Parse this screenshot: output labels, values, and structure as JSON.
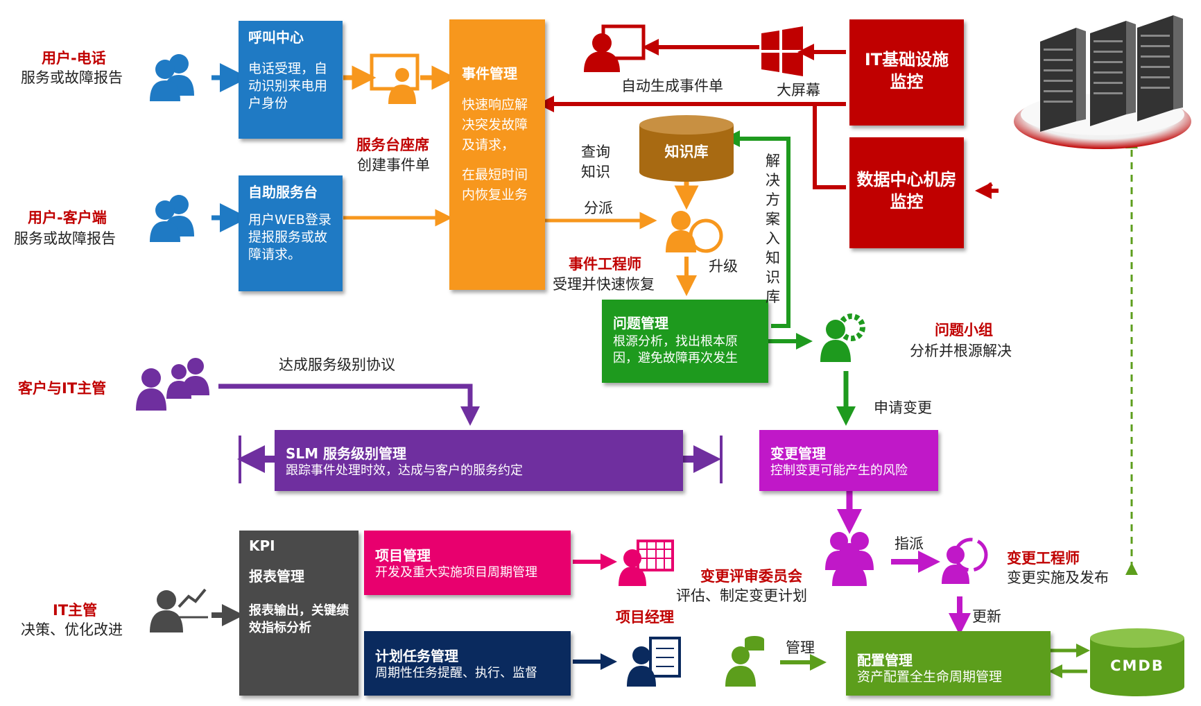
{
  "actors": {
    "user_phone": {
      "role": "用户-电话",
      "desc": "服务或故障报告"
    },
    "user_client": {
      "role": "用户-客户端",
      "desc": "服务或故障报告"
    },
    "customer_it": {
      "role": "客户与IT主管"
    },
    "it_manager": {
      "role": "IT主管",
      "desc": "决策、优化改进"
    }
  },
  "boxes": {
    "call_center": {
      "title": "呼叫中心",
      "body": "电话受理，自动识别来电用户身份"
    },
    "self_service": {
      "title": "自助服务台",
      "body": "用户WEB登录提报服务或故障请求。"
    },
    "incident": {
      "title": "事件管理",
      "body1": "快速响应解决突发故障及请求，",
      "body2": "在最短时间内恢复业务"
    },
    "it_infra": {
      "title": "IT基础设施监控"
    },
    "datacenter": {
      "title": "数据中心机房监控"
    },
    "knowledge": {
      "title": "知识库"
    },
    "problem": {
      "title": "问题管理",
      "body": "根源分析，找出根本原因，避免故障再次发生"
    },
    "slm": {
      "title": "SLM  服务级别管理",
      "body": "跟踪事件处理时效，达成与客户的服务约定"
    },
    "change": {
      "title": "变更管理",
      "body": "控制变更可能产生的风险"
    },
    "kpi": {
      "title1": "KPI",
      "title2": "报表管理",
      "body": "报表输出，关键绩效指标分析"
    },
    "project": {
      "title": "项目管理",
      "body": "开发及重大实施项目周期管理"
    },
    "plan": {
      "title": "计划任务管理",
      "body": "周期性任务提醒、执行、监督"
    },
    "config": {
      "title": "配置管理",
      "body": "资产配置全生命周期管理"
    },
    "cmdb": {
      "title": "CMDB"
    }
  },
  "labels": {
    "service_desk_role": "服务台座席",
    "service_desk_task": "创建事件单",
    "auto_ticket": "自动生成事件单",
    "big_screen": "大屏幕",
    "query_knowledge": "查询知识",
    "dispatch": "分派",
    "engineer_role": "事件工程师",
    "engineer_task": "受理并快速恢复",
    "escalate": "升级",
    "solution_to_kb": "解决方案入知识库",
    "problem_team_role": "问题小组",
    "problem_team_task": "分析并根源解决",
    "apply_change": "申请变更",
    "sla": "达成服务级别协议",
    "cab_role": "变更评审委员会",
    "cab_task": "评估、制定变更计划",
    "assign": "指派",
    "change_eng_role": "变更工程师",
    "change_eng_task": "变更实施及发布",
    "update": "更新",
    "pm_role": "项目经理",
    "manage": "管理"
  },
  "icons": [
    "users-icon",
    "presenter-icon",
    "monitor-user-icon",
    "windows-screen-icon",
    "server-rack-icon",
    "engineer-clock-icon",
    "gear-user-icon",
    "chart-user-icon",
    "calendar-user-icon",
    "checklist-user-icon",
    "team-icon",
    "refresh-user-icon",
    "database-user-icon",
    "database-icon"
  ],
  "colors": {
    "blue": "#1f7ac4",
    "orange": "#f7971d",
    "red": "#c00000",
    "green": "#1e9a1e",
    "purple": "#6f2f9f",
    "magenta": "#c018c8",
    "pink": "#e8006e",
    "navy": "#0a2a5e",
    "gray": "#4a4a4a",
    "olive": "#5c9e1c",
    "brown": "#a86a12"
  }
}
